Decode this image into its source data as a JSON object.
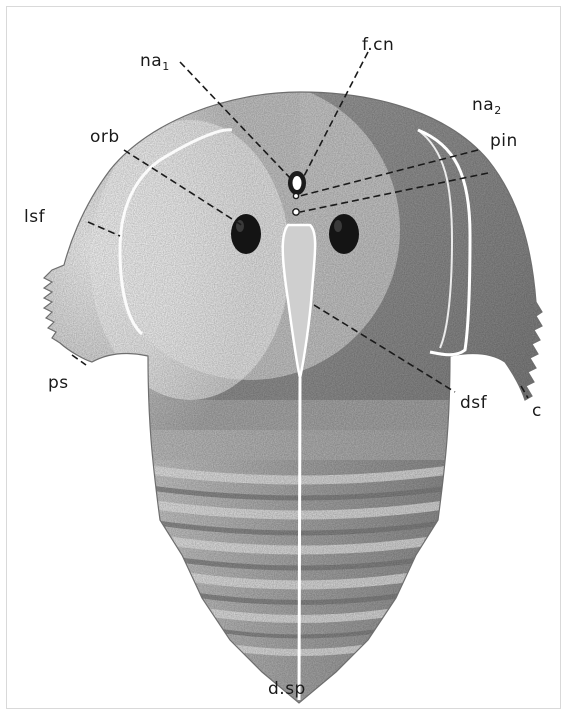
{
  "labels": {
    "na1_base": "na",
    "na1_sub": "1",
    "f_cn": "f.cn",
    "na2_base": "na",
    "na2_sub": "2",
    "pin": "pin",
    "orb": "orb",
    "lsf": "lsf",
    "ps": "ps",
    "dsf": "dsf",
    "c": "c",
    "d_sp": "d.sp"
  },
  "colors": {
    "shield_dark": "#7d7d7d",
    "shield_light": "#f2f2f2",
    "eye": "#141414",
    "ink": "#1a1a1a"
  }
}
